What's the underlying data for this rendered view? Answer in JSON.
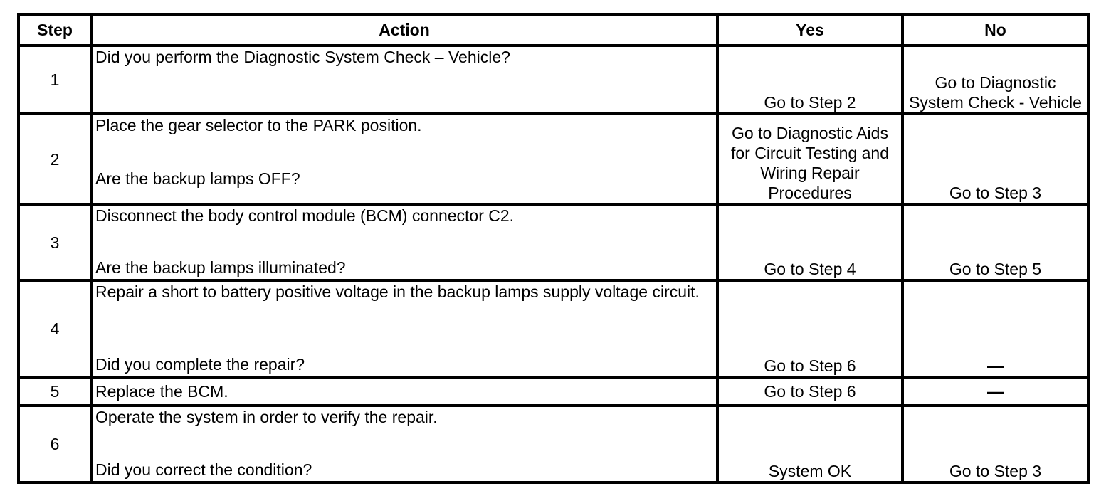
{
  "headers": {
    "step": "Step",
    "action": "Action",
    "yes": "Yes",
    "no": "No"
  },
  "rows": [
    {
      "step": "1",
      "action": "Did you perform the Diagnostic System Check – Vehicle?",
      "question": "",
      "yes": "Go to Step 2",
      "no": "Go to Diagnostic System Check - Vehicle"
    },
    {
      "step": "2",
      "action": "Place the gear selector to the PARK position.",
      "question": "Are the backup lamps OFF?",
      "yes": "Go to Diagnostic Aids for Circuit Testing and Wiring Repair Procedures",
      "no": "Go to Step 3"
    },
    {
      "step": "3",
      "action": "Disconnect the body control module (BCM) connector C2.",
      "question": "Are the backup lamps illuminated?",
      "yes": "Go to Step 4",
      "no": "Go to Step 5"
    },
    {
      "step": "4",
      "action": "Repair a short to battery positive voltage in the backup lamps supply voltage circuit.",
      "question": "Did you complete the repair?",
      "yes": "Go to Step 6",
      "no": "—"
    },
    {
      "step": "5",
      "action": "Replace the BCM.",
      "question": "",
      "yes": "Go to Step 6",
      "no": "—"
    },
    {
      "step": "6",
      "action": "Operate the system in order to verify the repair.",
      "question": "Did you correct the condition?",
      "yes": "System OK",
      "no": "Go to Step 3"
    }
  ]
}
